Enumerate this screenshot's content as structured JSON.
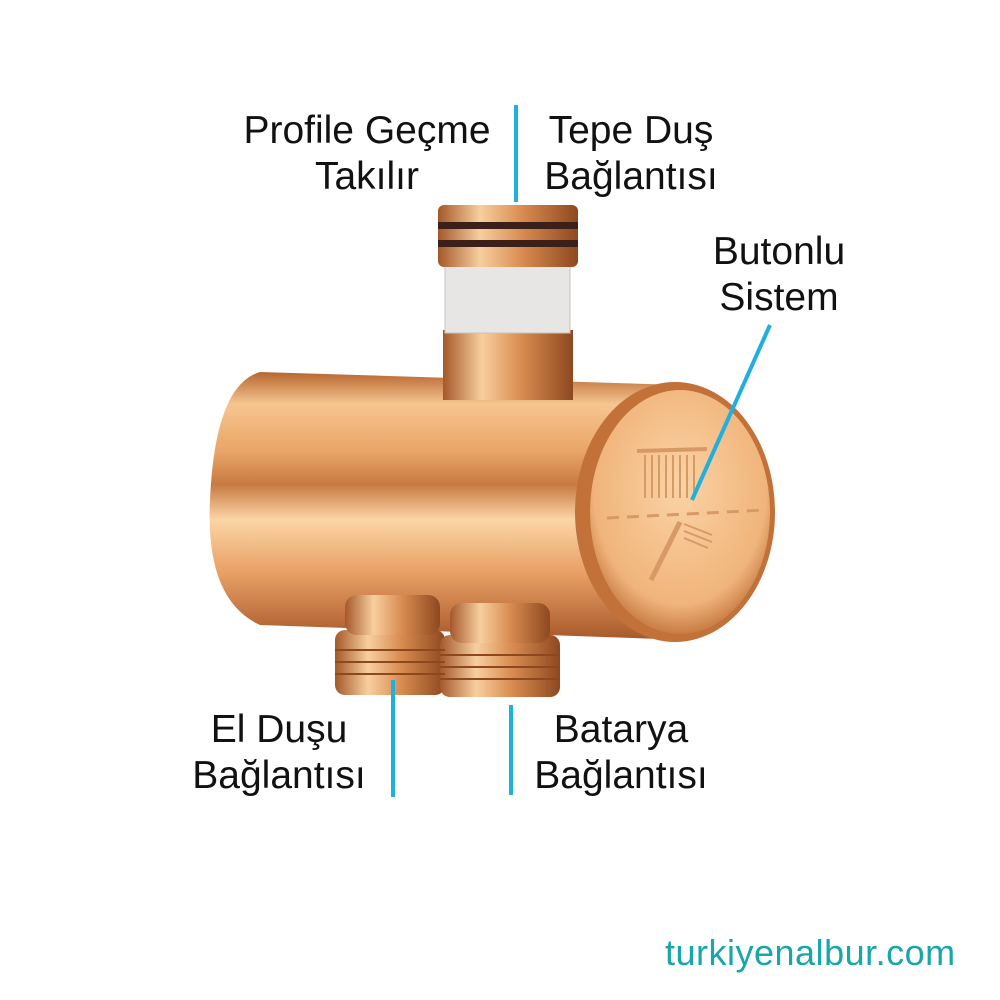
{
  "labels": {
    "profile": {
      "line1": "Profile Geçme",
      "line2": "Takılır"
    },
    "top_shower": {
      "line1": "Tepe Duş",
      "line2": "Bağlantısı"
    },
    "button": {
      "line1": "Butonlu",
      "line2": "Sistem"
    },
    "hand_shower": {
      "line1": "El Duşu",
      "line2": "Bağlantısı"
    },
    "mixer": {
      "line1": "Batarya",
      "line2": "Bağlantısı"
    }
  },
  "watermark": "turkiyenalbur.com",
  "colors": {
    "pointer": "#1fb0e0",
    "watermark": "#17a6a9",
    "gold": "#e7a56a",
    "gold_dark": "#a5582a",
    "gold_light": "#fbd9b0"
  }
}
